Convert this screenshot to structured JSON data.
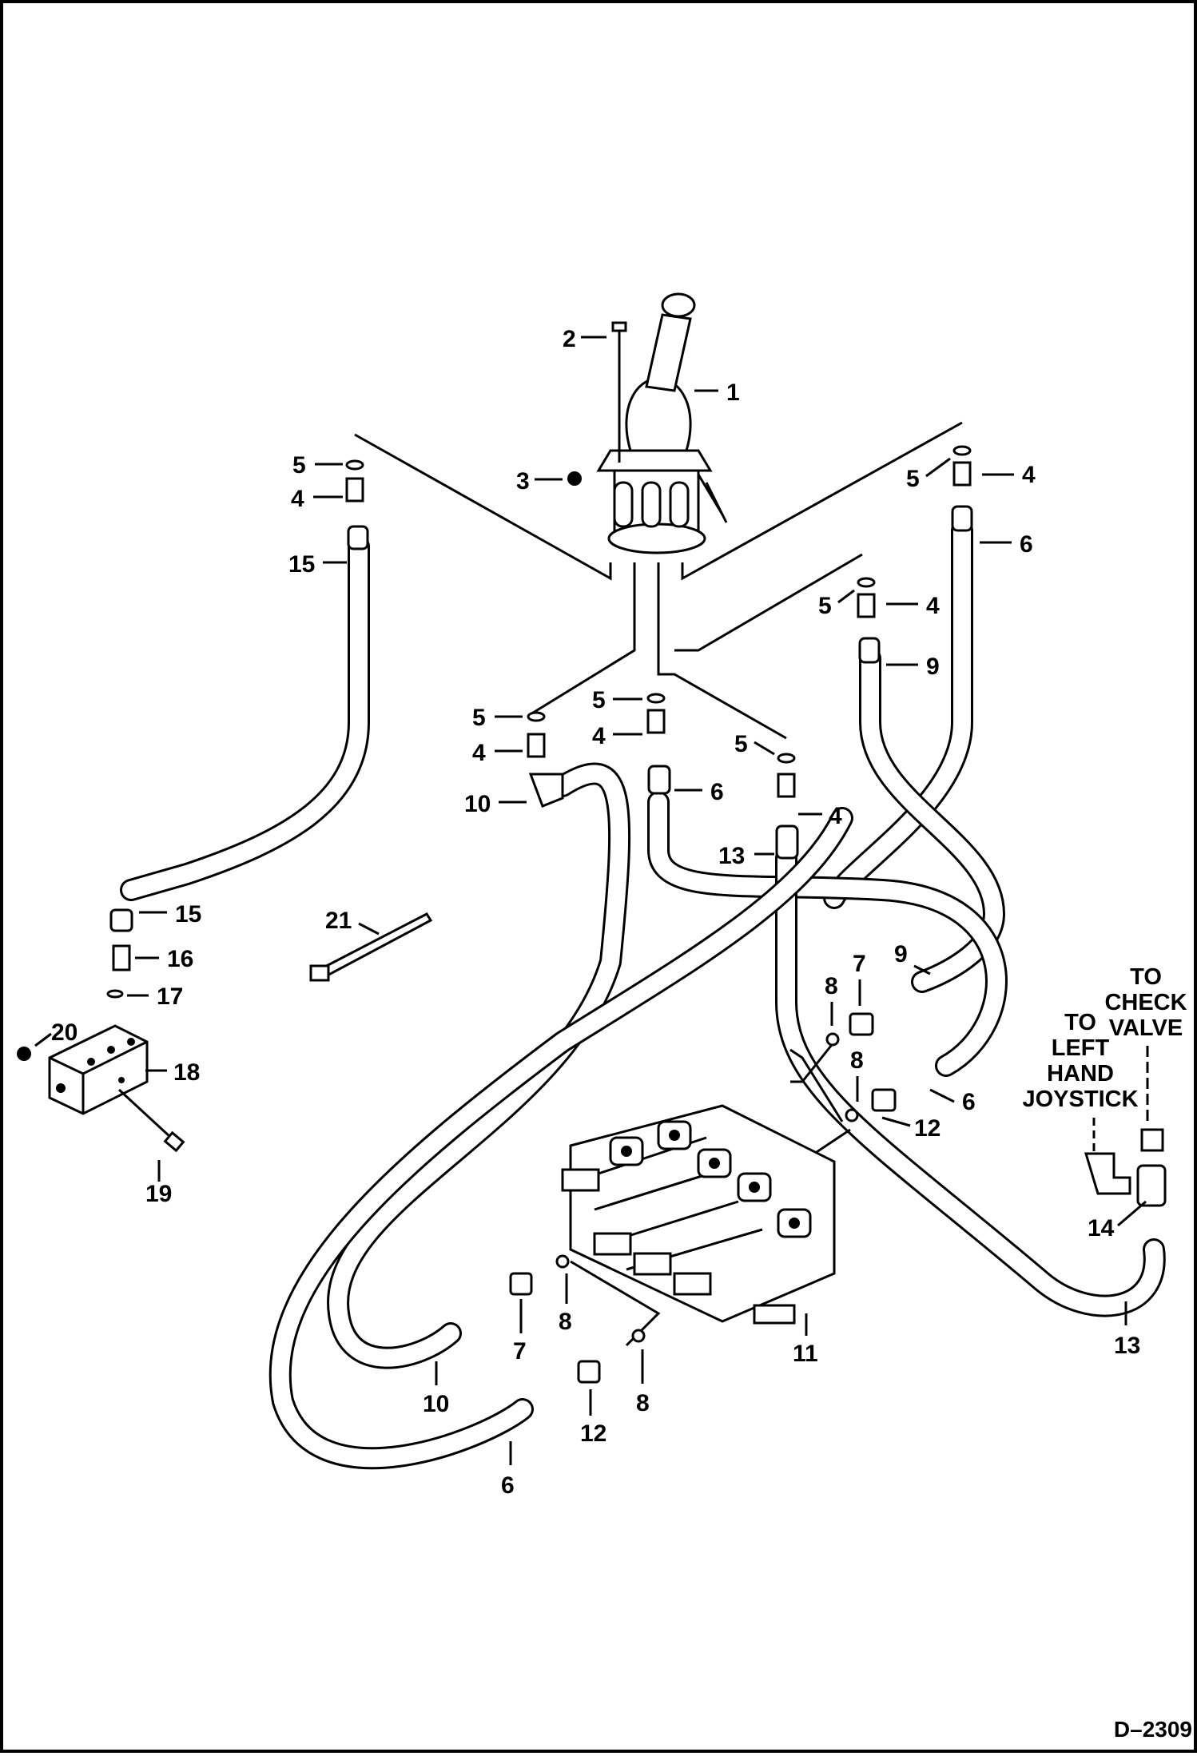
{
  "diagram": {
    "callouts": {
      "c1": "1",
      "c2": "2",
      "c3": "3",
      "c5a": "5",
      "c4a": "4",
      "c15a": "15",
      "c5b": "5",
      "c4b": "4",
      "c6a": "6",
      "c5c": "5",
      "c4c": "4",
      "c9a": "9",
      "c5d": "5",
      "c4d": "4",
      "c10a": "10",
      "c5e": "5",
      "c4e": "4",
      "c6b": "6",
      "c5f": "5",
      "c4f": "4",
      "c13a": "13",
      "c21": "21",
      "c15b": "15",
      "c16": "16",
      "c17": "17",
      "c20": "20",
      "c18": "18",
      "c19": "19",
      "c8a": "8",
      "c7a": "7",
      "c9b": "9",
      "c8b": "8",
      "c12a": "12",
      "c6c": "6",
      "c14": "14",
      "c13b": "13",
      "c11": "11",
      "c8c": "8",
      "c7b": "7",
      "c10b": "10",
      "c12b": "12",
      "c8d": "8",
      "c6d": "6"
    },
    "notes": {
      "check_valve": [
        "TO",
        "CHECK",
        "VALVE"
      ],
      "left_joystick": [
        "TO",
        "LEFT",
        "HAND",
        "JOYSTICK"
      ]
    },
    "reference": "D–2309"
  }
}
